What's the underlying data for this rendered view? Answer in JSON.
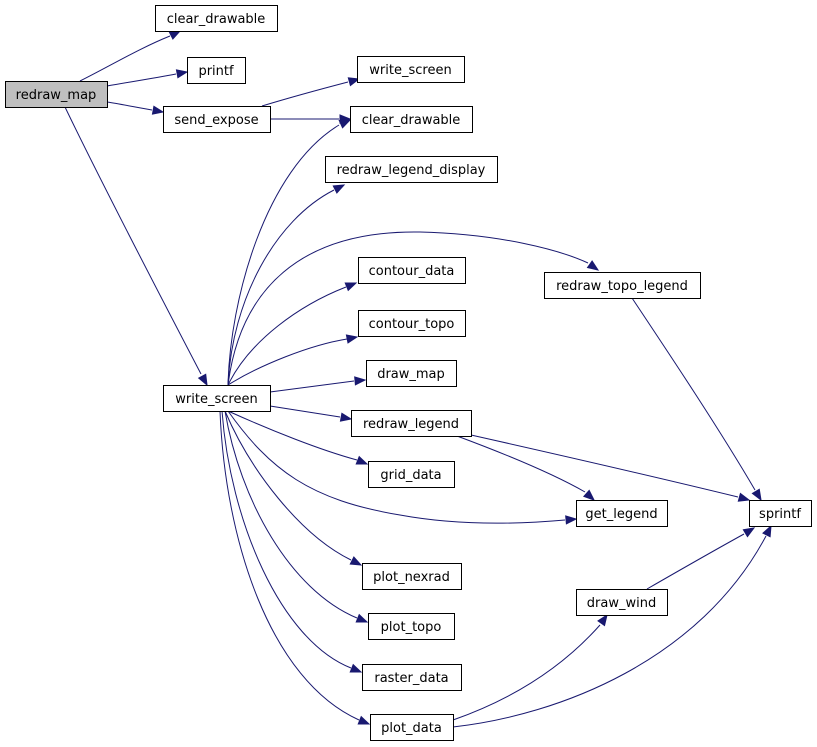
{
  "graph": {
    "nodes": [
      {
        "id": "redraw_map",
        "label": "redraw_map",
        "root": true
      },
      {
        "id": "clear_drawable_1",
        "label": "clear_drawable"
      },
      {
        "id": "printf",
        "label": "printf"
      },
      {
        "id": "send_expose",
        "label": "send_expose"
      },
      {
        "id": "write_screen_1",
        "label": "write_screen"
      },
      {
        "id": "clear_drawable_2",
        "label": "clear_drawable"
      },
      {
        "id": "redraw_legend_display",
        "label": "redraw_legend_display"
      },
      {
        "id": "contour_data",
        "label": "contour_data"
      },
      {
        "id": "redraw_topo_legend",
        "label": "redraw_topo_legend"
      },
      {
        "id": "contour_topo",
        "label": "contour_topo"
      },
      {
        "id": "write_screen_2",
        "label": "write_screen"
      },
      {
        "id": "draw_map",
        "label": "draw_map"
      },
      {
        "id": "redraw_legend",
        "label": "redraw_legend"
      },
      {
        "id": "grid_data",
        "label": "grid_data"
      },
      {
        "id": "get_legend",
        "label": "get_legend"
      },
      {
        "id": "sprintf",
        "label": "sprintf"
      },
      {
        "id": "plot_nexrad",
        "label": "plot_nexrad"
      },
      {
        "id": "draw_wind",
        "label": "draw_wind"
      },
      {
        "id": "plot_topo",
        "label": "plot_topo"
      },
      {
        "id": "raster_data",
        "label": "raster_data"
      },
      {
        "id": "plot_data",
        "label": "plot_data"
      }
    ],
    "edges": [
      {
        "from": "redraw_map",
        "to": "clear_drawable_1"
      },
      {
        "from": "redraw_map",
        "to": "printf"
      },
      {
        "from": "redraw_map",
        "to": "send_expose"
      },
      {
        "from": "redraw_map",
        "to": "write_screen_2"
      },
      {
        "from": "send_expose",
        "to": "write_screen_1"
      },
      {
        "from": "send_expose",
        "to": "clear_drawable_2"
      },
      {
        "from": "write_screen_2",
        "to": "clear_drawable_2"
      },
      {
        "from": "write_screen_2",
        "to": "redraw_legend_display"
      },
      {
        "from": "write_screen_2",
        "to": "redraw_topo_legend"
      },
      {
        "from": "write_screen_2",
        "to": "contour_data"
      },
      {
        "from": "write_screen_2",
        "to": "contour_topo"
      },
      {
        "from": "write_screen_2",
        "to": "draw_map"
      },
      {
        "from": "write_screen_2",
        "to": "redraw_legend"
      },
      {
        "from": "write_screen_2",
        "to": "grid_data"
      },
      {
        "from": "write_screen_2",
        "to": "get_legend"
      },
      {
        "from": "write_screen_2",
        "to": "plot_nexrad"
      },
      {
        "from": "write_screen_2",
        "to": "plot_topo"
      },
      {
        "from": "write_screen_2",
        "to": "raster_data"
      },
      {
        "from": "write_screen_2",
        "to": "plot_data"
      },
      {
        "from": "redraw_topo_legend",
        "to": "sprintf"
      },
      {
        "from": "redraw_legend",
        "to": "get_legend"
      },
      {
        "from": "redraw_legend",
        "to": "sprintf"
      },
      {
        "from": "draw_wind",
        "to": "sprintf"
      },
      {
        "from": "plot_data",
        "to": "draw_wind"
      },
      {
        "from": "plot_data",
        "to": "sprintf"
      }
    ]
  }
}
